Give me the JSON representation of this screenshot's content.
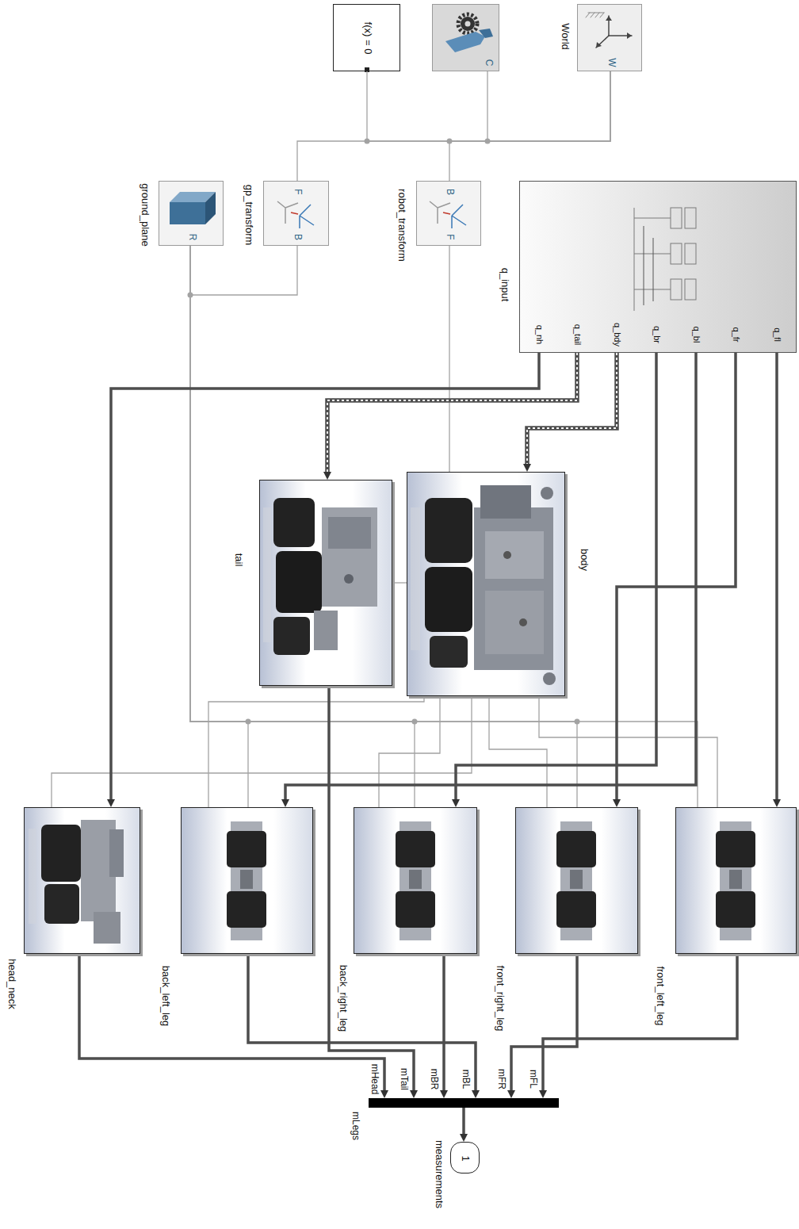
{
  "diagram": {
    "nodes": [
      {
        "text": [
          "f(x) = 0"
        ]
      },
      {
        "text": [
          "C"
        ]
      },
      {
        "text": [
          "World",
          "W"
        ]
      },
      {
        "text": [
          "gp_transform",
          "F",
          "B"
        ]
      },
      {
        "text": [
          "ground_plane",
          "R"
        ]
      },
      {
        "text": [
          "robot_transform",
          "B",
          "F"
        ]
      },
      {
        "text": [
          "q_input",
          "q_nh",
          "q_tail",
          "q_bdy",
          "q_br",
          "q_bl",
          "q_fr",
          "q_fl"
        ]
      },
      {
        "text": [
          "tail"
        ]
      },
      {
        "text": [
          "body"
        ]
      },
      {
        "text": [
          "head_neck"
        ]
      },
      {
        "text": [
          "back_left_leg"
        ]
      },
      {
        "text": [
          "back_right_leg"
        ]
      },
      {
        "text": [
          "front_right_leg"
        ]
      },
      {
        "text": [
          "front_left_leg"
        ]
      },
      {
        "text": [
          "mHead",
          "mTail",
          "mBR",
          "mBL",
          "mFR",
          "mFL"
        ]
      },
      {
        "text": [
          "1",
          "measurements"
        ]
      }
    ],
    "edges": [
      {
        "from": 2,
        "to": 0,
        "arrow": "none"
      },
      {
        "from": 2,
        "to": 1,
        "arrow": "none"
      },
      {
        "from": 2,
        "to": 3,
        "arrow": "none"
      },
      {
        "from": 2,
        "to": 5,
        "arrow": "none"
      },
      {
        "from": 3,
        "to": 4,
        "arrow": "none"
      },
      {
        "from": 4,
        "to": 10,
        "arrow": "none"
      },
      {
        "from": 4,
        "to": 11,
        "arrow": "none"
      },
      {
        "from": 4,
        "to": 12,
        "arrow": "none"
      },
      {
        "from": 4,
        "to": 13,
        "arrow": "none"
      },
      {
        "from": 5,
        "to": 8,
        "arrow": "none"
      },
      {
        "from": 8,
        "to": 7,
        "arrow": "none"
      },
      {
        "from": 8,
        "to": 9,
        "arrow": "none"
      },
      {
        "from": 8,
        "to": 10,
        "arrow": "none"
      },
      {
        "from": 8,
        "to": 11,
        "arrow": "none"
      },
      {
        "from": 8,
        "to": 12,
        "arrow": "none"
      },
      {
        "from": 8,
        "to": 13,
        "arrow": "none"
      },
      {
        "from": 6,
        "to": 9,
        "arrow": "to"
      },
      {
        "from": 6,
        "to": 7,
        "arrow": "to"
      },
      {
        "from": 6,
        "to": 8,
        "arrow": "to"
      },
      {
        "from": 6,
        "to": 11,
        "arrow": "to"
      },
      {
        "from": 6,
        "to": 10,
        "arrow": "to"
      },
      {
        "from": 6,
        "to": 12,
        "arrow": "to"
      },
      {
        "from": 6,
        "to": 13,
        "arrow": "to"
      },
      {
        "from": 9,
        "to": 14,
        "arrow": "to"
      },
      {
        "from": 7,
        "to": 14,
        "arrow": "to"
      },
      {
        "from": 11,
        "to": 14,
        "arrow": "to"
      },
      {
        "from": 10,
        "to": 14,
        "arrow": "to"
      },
      {
        "from": 12,
        "to": 14,
        "arrow": "to"
      },
      {
        "from": 13,
        "to": 14,
        "arrow": "to"
      },
      {
        "from": 14,
        "to": 15,
        "arrow": "to"
      }
    ],
    "labels": [
      "mLegs"
    ]
  }
}
